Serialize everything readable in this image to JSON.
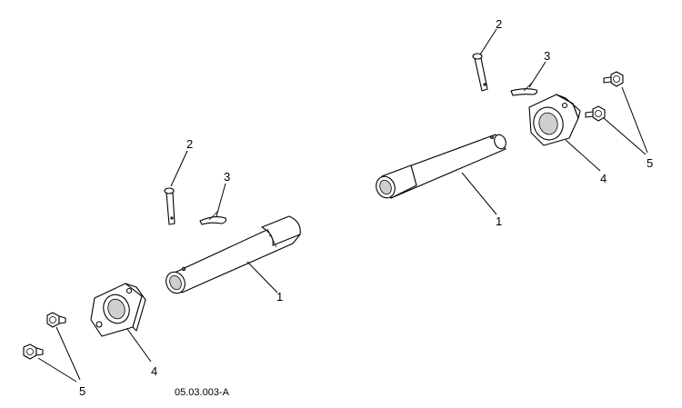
{
  "callouts": {
    "left_axle": "1",
    "left_pin": "2",
    "left_clip": "3",
    "left_bearing": "4",
    "left_bolts": "5",
    "right_axle": "1",
    "right_pin": "2",
    "right_clip": "3",
    "right_bearing": "4",
    "right_bolts": "5"
  },
  "figure_code": "05.03.003-A"
}
